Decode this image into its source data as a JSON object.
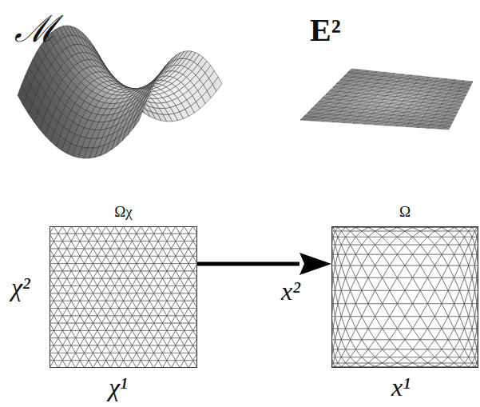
{
  "diagram": {
    "nodes": [
      {
        "text": [
          "Ωχ"
        ]
      },
      {
        "text": [
          "Ω"
        ]
      }
    ],
    "edges": [
      {
        "from": 0,
        "to": 1,
        "arrow": "to"
      }
    ],
    "labels": [
      "ℳ",
      "E²",
      "χ²",
      "χ¹",
      "x²",
      "x¹"
    ]
  }
}
